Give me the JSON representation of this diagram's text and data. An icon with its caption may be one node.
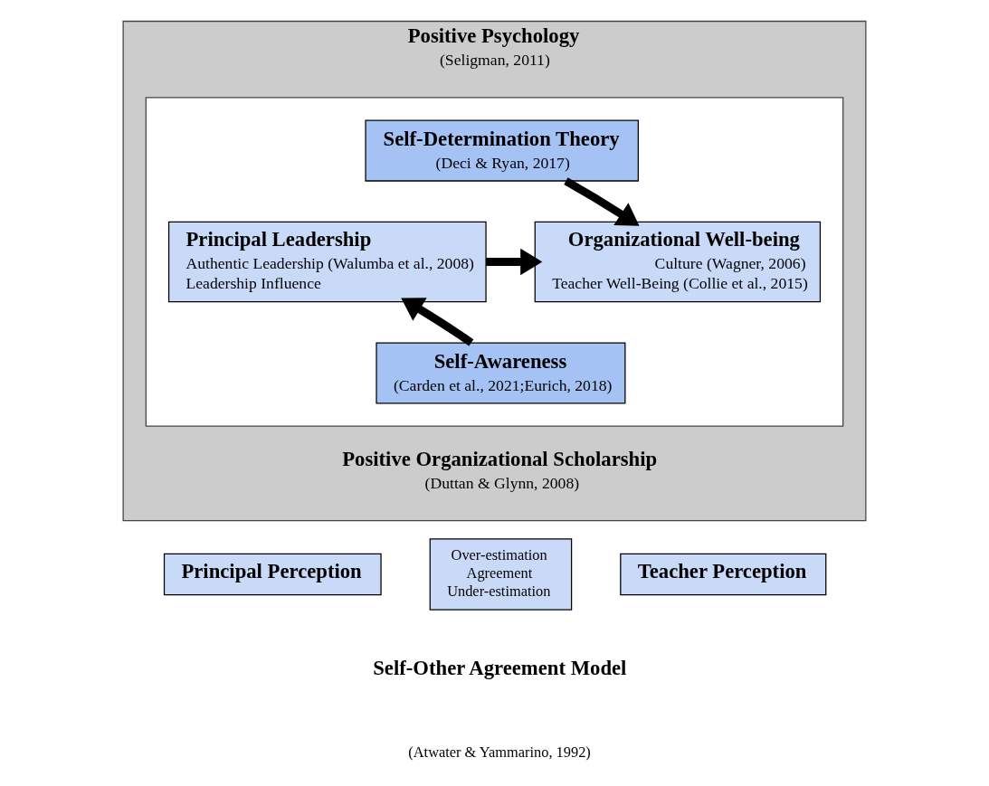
{
  "diagram": {
    "nodes": [
      {
        "text": [
          "Positive Psychology",
          "(Seligman, 2011)",
          "Positive Organizational Scholarship",
          "(Duttan & Glynn, 2008)"
        ]
      },
      {
        "text": [],
        "shape": "box",
        "in": 0
      },
      {
        "text": [
          "Self-Determination Theory",
          "(Deci & Ryan, 2017)"
        ],
        "in": 1
      },
      {
        "text": [
          "Principal Leadership",
          "Authentic Leadership (Walumba et al., 2008)",
          "Leadership Influence"
        ],
        "in": 1
      },
      {
        "text": [
          "Organizational Well-being",
          "Culture (Wagner, 2006)",
          "Teacher Well-Being (Collie et al., 2015)"
        ],
        "in": 1
      },
      {
        "text": [
          "Self-Awareness",
          "(Carden et al., 2021;Eurich, 2018)"
        ],
        "in": 1
      },
      {
        "text": [
          "Principal Perception"
        ]
      },
      {
        "text": [
          "Over-estimation",
          "Agreement",
          "Under-estimation"
        ]
      },
      {
        "text": [
          "Teacher Perception"
        ]
      }
    ],
    "edges": [
      {
        "from": 2,
        "to": 4,
        "arrow": "to"
      },
      {
        "from": 3,
        "to": 4,
        "arrow": "to"
      },
      {
        "from": 5,
        "to": 3,
        "arrow": "to"
      }
    ],
    "labels": [
      "Self-Other Agreement Model",
      "(Atwater & Yammarino, 1992)"
    ]
  }
}
